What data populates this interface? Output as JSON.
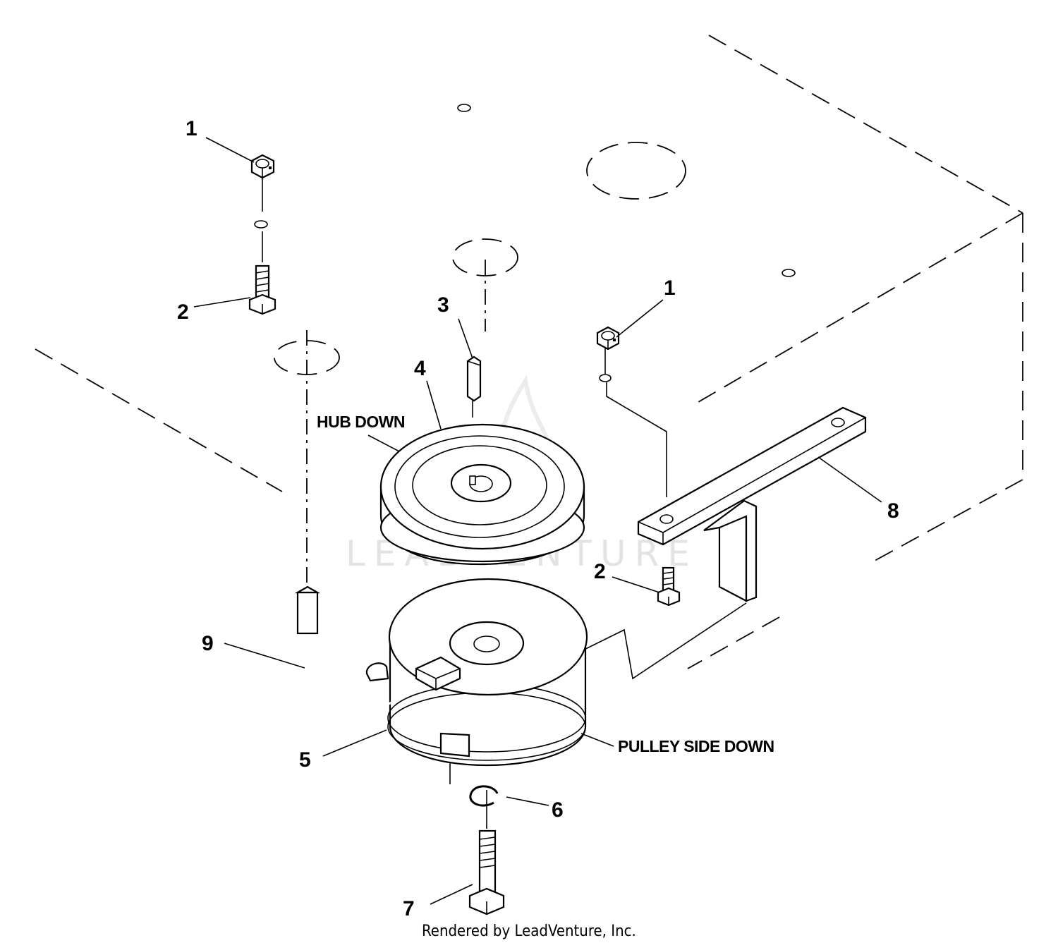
{
  "callouts": {
    "c1a": "1",
    "c1b": "1",
    "c2a": "2",
    "c2b": "2",
    "c3": "3",
    "c4": "4",
    "c5": "5",
    "c6": "6",
    "c7": "7",
    "c8": "8",
    "c9": "9"
  },
  "labels": {
    "hub_down": "HUB DOWN",
    "pulley_side_down": "PULLEY SIDE DOWN"
  },
  "watermark": "LEADVENTURE",
  "credit": "Rendered by LeadVenture, Inc."
}
